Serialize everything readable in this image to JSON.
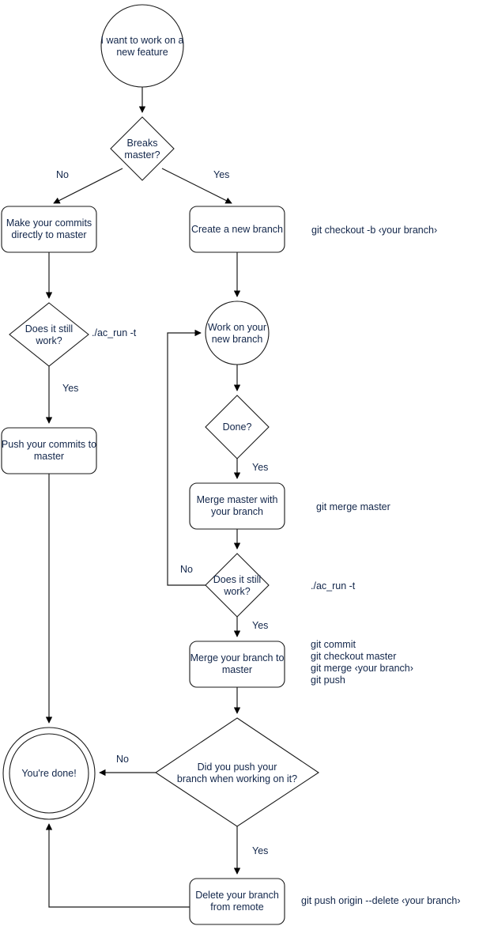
{
  "diagram": {
    "title": "Git workflow flowchart",
    "stroke_color": "#1a1a1a",
    "text_color": "#12264a",
    "background": "#ffffff"
  },
  "nodes": {
    "start": {
      "label": "I want to work on a\nnew feature",
      "shape": "circle"
    },
    "breaks_master": {
      "label": "Breaks\nmaster?",
      "shape": "diamond"
    },
    "make_commits": {
      "label": "Make your commits\ndirectly to master",
      "shape": "rounded-rect"
    },
    "create_branch": {
      "label": "Create a new branch",
      "shape": "rounded-rect"
    },
    "left_still_work": {
      "label": "Does it still\nwork?",
      "shape": "diamond"
    },
    "work_branch": {
      "label": "Work on your\nnew branch",
      "shape": "circle"
    },
    "push_commits": {
      "label": "Push your commits to\nmaster",
      "shape": "rounded-rect"
    },
    "done_q": {
      "label": "Done?",
      "shape": "diamond"
    },
    "merge_master": {
      "label": "Merge master with\nyour branch",
      "shape": "rounded-rect"
    },
    "right_still_work": {
      "label": "Does it still\nwork?",
      "shape": "diamond"
    },
    "merge_branch": {
      "label": "Merge your branch to\nmaster",
      "shape": "rounded-rect"
    },
    "did_push": {
      "label": "Did you push your\nbranch when working on it?",
      "shape": "diamond"
    },
    "youre_done": {
      "label": "You're done!",
      "shape": "double-circle"
    },
    "delete_branch": {
      "label": "Delete your branch\nfrom remote",
      "shape": "rounded-rect"
    }
  },
  "edge_labels": {
    "breaks_no": "No",
    "breaks_yes": "Yes",
    "left_work_yes": "Yes",
    "done_yes": "Yes",
    "right_work_no": "No",
    "right_work_yes": "Yes",
    "did_push_no": "No",
    "did_push_yes": "Yes"
  },
  "commands": {
    "create_branch_cmd": "git checkout -b ‹your branch›",
    "left_test_cmd": "./ac_run -t",
    "merge_master_cmd": "git merge master",
    "right_test_cmd": "./ac_run -t",
    "merge_branch_cmd": "git commit\ngit checkout master\ngit merge ‹your branch›\ngit push",
    "delete_branch_cmd": "git push origin --delete ‹your branch›"
  }
}
